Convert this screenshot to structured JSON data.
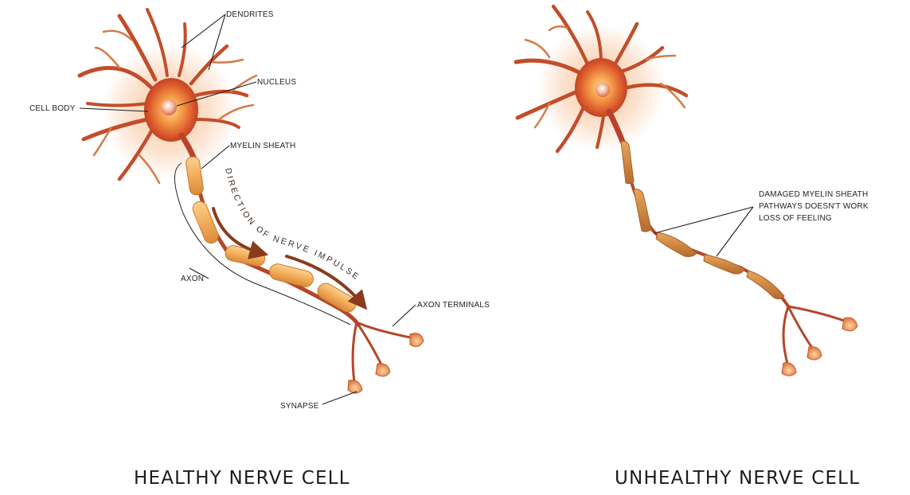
{
  "healthy": {
    "title": "HEALTHY NERVE CELL",
    "labels": {
      "dendrites": "DENDRITES",
      "nucleus": "NUCLEUS",
      "cell_body": "CELL BODY",
      "myelin_sheath": "MYELIN SHEATH",
      "axon": "AXON",
      "axon_terminals": "AXON TERMINALS",
      "synapse": "SYNAPSE"
    },
    "impulse_label": "DIRECTION OF NERVE IMPULSE"
  },
  "unhealthy": {
    "title": "UNHEALTHY NERVE CELL",
    "damage_note": [
      "DAMAGED MYELIN SHEATH",
      "PATHWAYS DOESN'T WORK",
      "LOSS OF FEELING"
    ]
  },
  "colors": {
    "dendrite": "#c4552b",
    "dendrite_tip": "#e89b58",
    "cell_glow": "#f6a04a",
    "cell_core": "#e36b2a",
    "myelin": "#f3b25c",
    "myelin_edge": "#c8782b",
    "axon": "#b4472a",
    "arrow": "#8a3b1c"
  }
}
